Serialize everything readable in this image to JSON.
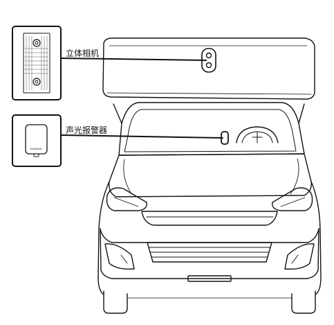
{
  "callouts": {
    "camera": {
      "label": "立体相机"
    },
    "alarm": {
      "label": "声光报警器"
    }
  },
  "alarm_device_brand": "SHANGHAI",
  "colors": {
    "stroke": "#111111",
    "background": "#ffffff"
  }
}
